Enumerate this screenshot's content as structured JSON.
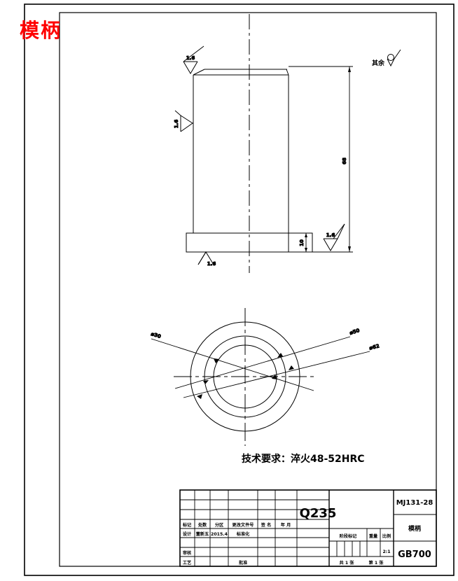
{
  "drawing": {
    "red_label": "模柄",
    "tech_requirement": "技术要求：淬火48-52HRC",
    "remainder_note": "其余",
    "roughness_values": {
      "top_chamfer": "1.6",
      "left_body": "1.6",
      "bottom_face": "1.6",
      "flange_right": "1.6"
    },
    "dimensions": {
      "total_height": "68",
      "flange_thickness": "10",
      "bore_diameter": "ø30",
      "shank_diameter": "ø50",
      "flange_diameter": "ø62"
    }
  },
  "title_block": {
    "revision_headers": [
      "标记",
      "处数",
      "分区",
      "更改文件号",
      "签 名",
      "年 月"
    ],
    "roles": {
      "design": "设计",
      "review": "审核",
      "process": "工艺",
      "standardize": "标准化",
      "approve": "批准"
    },
    "design_name": "董新五",
    "design_date": "2015.4",
    "stage_mark_label": "阶段标记",
    "weight_label": "重量",
    "scale_label": "比例",
    "scale_value": "2:1",
    "sheet_total": "共 1 张",
    "sheet_index": "第 1 张",
    "material": "Q235",
    "drawing_number": "MJ131-28",
    "part_name": "模柄",
    "standard": "GB700"
  }
}
